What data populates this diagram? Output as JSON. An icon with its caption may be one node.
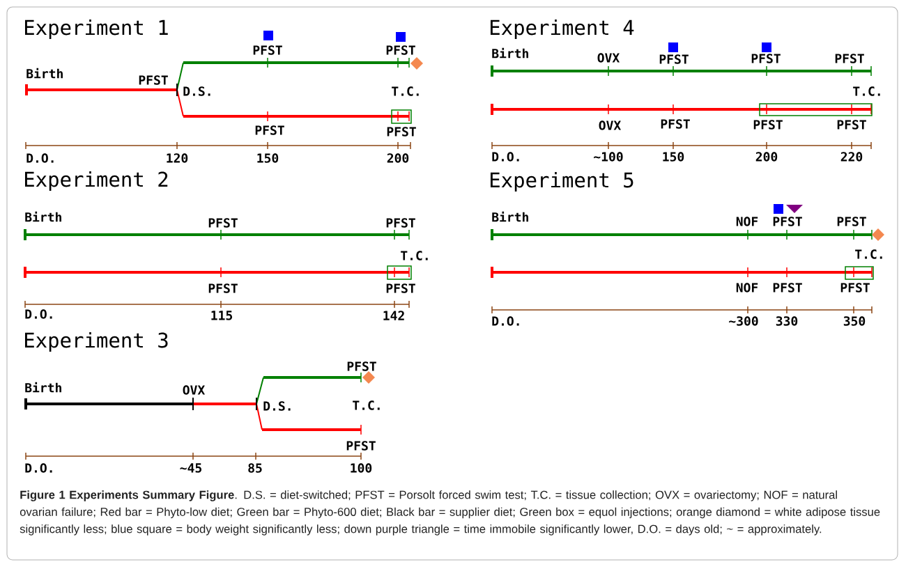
{
  "diagram": {
    "caption": "**Figure 1 Experiments Summary Figure**. D.S. = diet-switched; PFST = Porsolt forced swim test; T.C. = tissue collection; OVX = ovariectomy; NOF = natural ovarian failure; Red bar = Phyto-low diet; Green bar = Phyto-600 diet; Black bar = supplier diet; Green box = equol injections; orange diamond = white adipose tissue significantly less; blue square = body weight significantly less; down purple triangle = time immobile significantly lower, D.O. = days old; ~ = approximately.",
    "labels": [
      "Experiment 1",
      "PFST",
      "PFST",
      "Birth",
      "PFST",
      "D.S.",
      "T.C.",
      "PFST",
      "PFST",
      "D.O.",
      "120",
      "150",
      "200",
      "Experiment 2",
      "Birth",
      "PFST",
      "PFST",
      "T.C.",
      "PFST",
      "PFST",
      "D.O.",
      "115",
      "142",
      "Experiment 3",
      "PFST",
      "Birth",
      "OVX",
      "D.S.",
      "T.C.",
      "PFST",
      "D.O.",
      "~45",
      "85",
      "100",
      "Experiment 4",
      "Birth",
      "OVX",
      "PFST",
      "PFST",
      "PFST",
      "T.C.",
      "OVX",
      "PFST",
      "PFST",
      "PFST",
      "D.O.",
      "~100",
      "150",
      "200",
      "220",
      "Experiment 5",
      "Birth",
      "NOF",
      "PFST",
      "PFST",
      "T.C.",
      "NOF",
      "PFST",
      "PFST",
      "D.O.",
      "~300",
      "330",
      "350"
    ]
  }
}
